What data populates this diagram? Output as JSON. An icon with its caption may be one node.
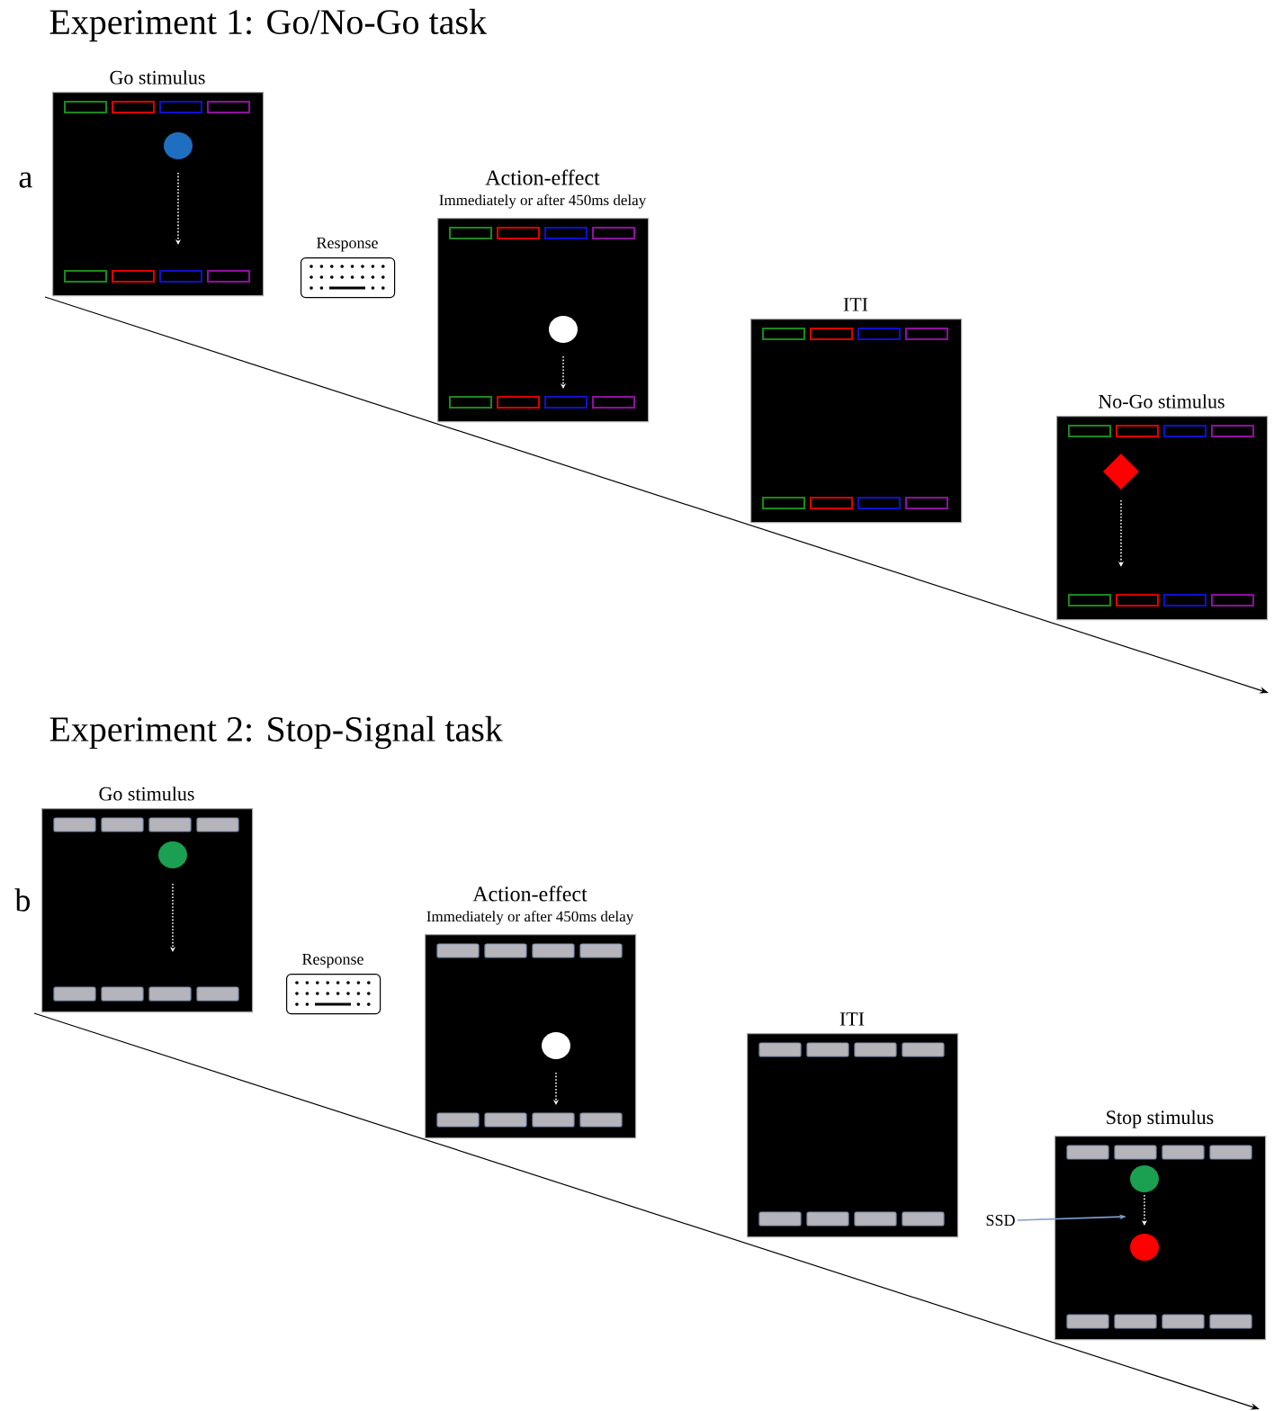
{
  "diagram": {
    "nodes": [
      {
        "text": [
          "Go stimulus"
        ]
      },
      {
        "text": [
          "Response"
        ]
      },
      {
        "text": [
          "Action-effect",
          "Immediately  or after 450ms delay"
        ]
      },
      {
        "text": [
          "ITI"
        ]
      },
      {
        "text": [
          "No-Go stimulus"
        ]
      },
      {
        "text": [
          "Go stimulus"
        ]
      },
      {
        "text": [
          "Response"
        ]
      },
      {
        "text": [
          "Action-effect",
          "Immediately  or after 450ms delay"
        ]
      },
      {
        "text": [
          "ITI"
        ]
      },
      {
        "text": [
          "Stop stimulus"
        ]
      },
      {
        "text": [
          "SSD"
        ]
      }
    ],
    "edges": [
      {
        "from": 10,
        "to": 9,
        "arrow": "to",
        "color": "#7f9fcf"
      }
    ],
    "labels": [
      "Experiment 1: Go/No-Go task",
      "a",
      "Experiment 2: Stop-Signal task",
      "b"
    ]
  }
}
